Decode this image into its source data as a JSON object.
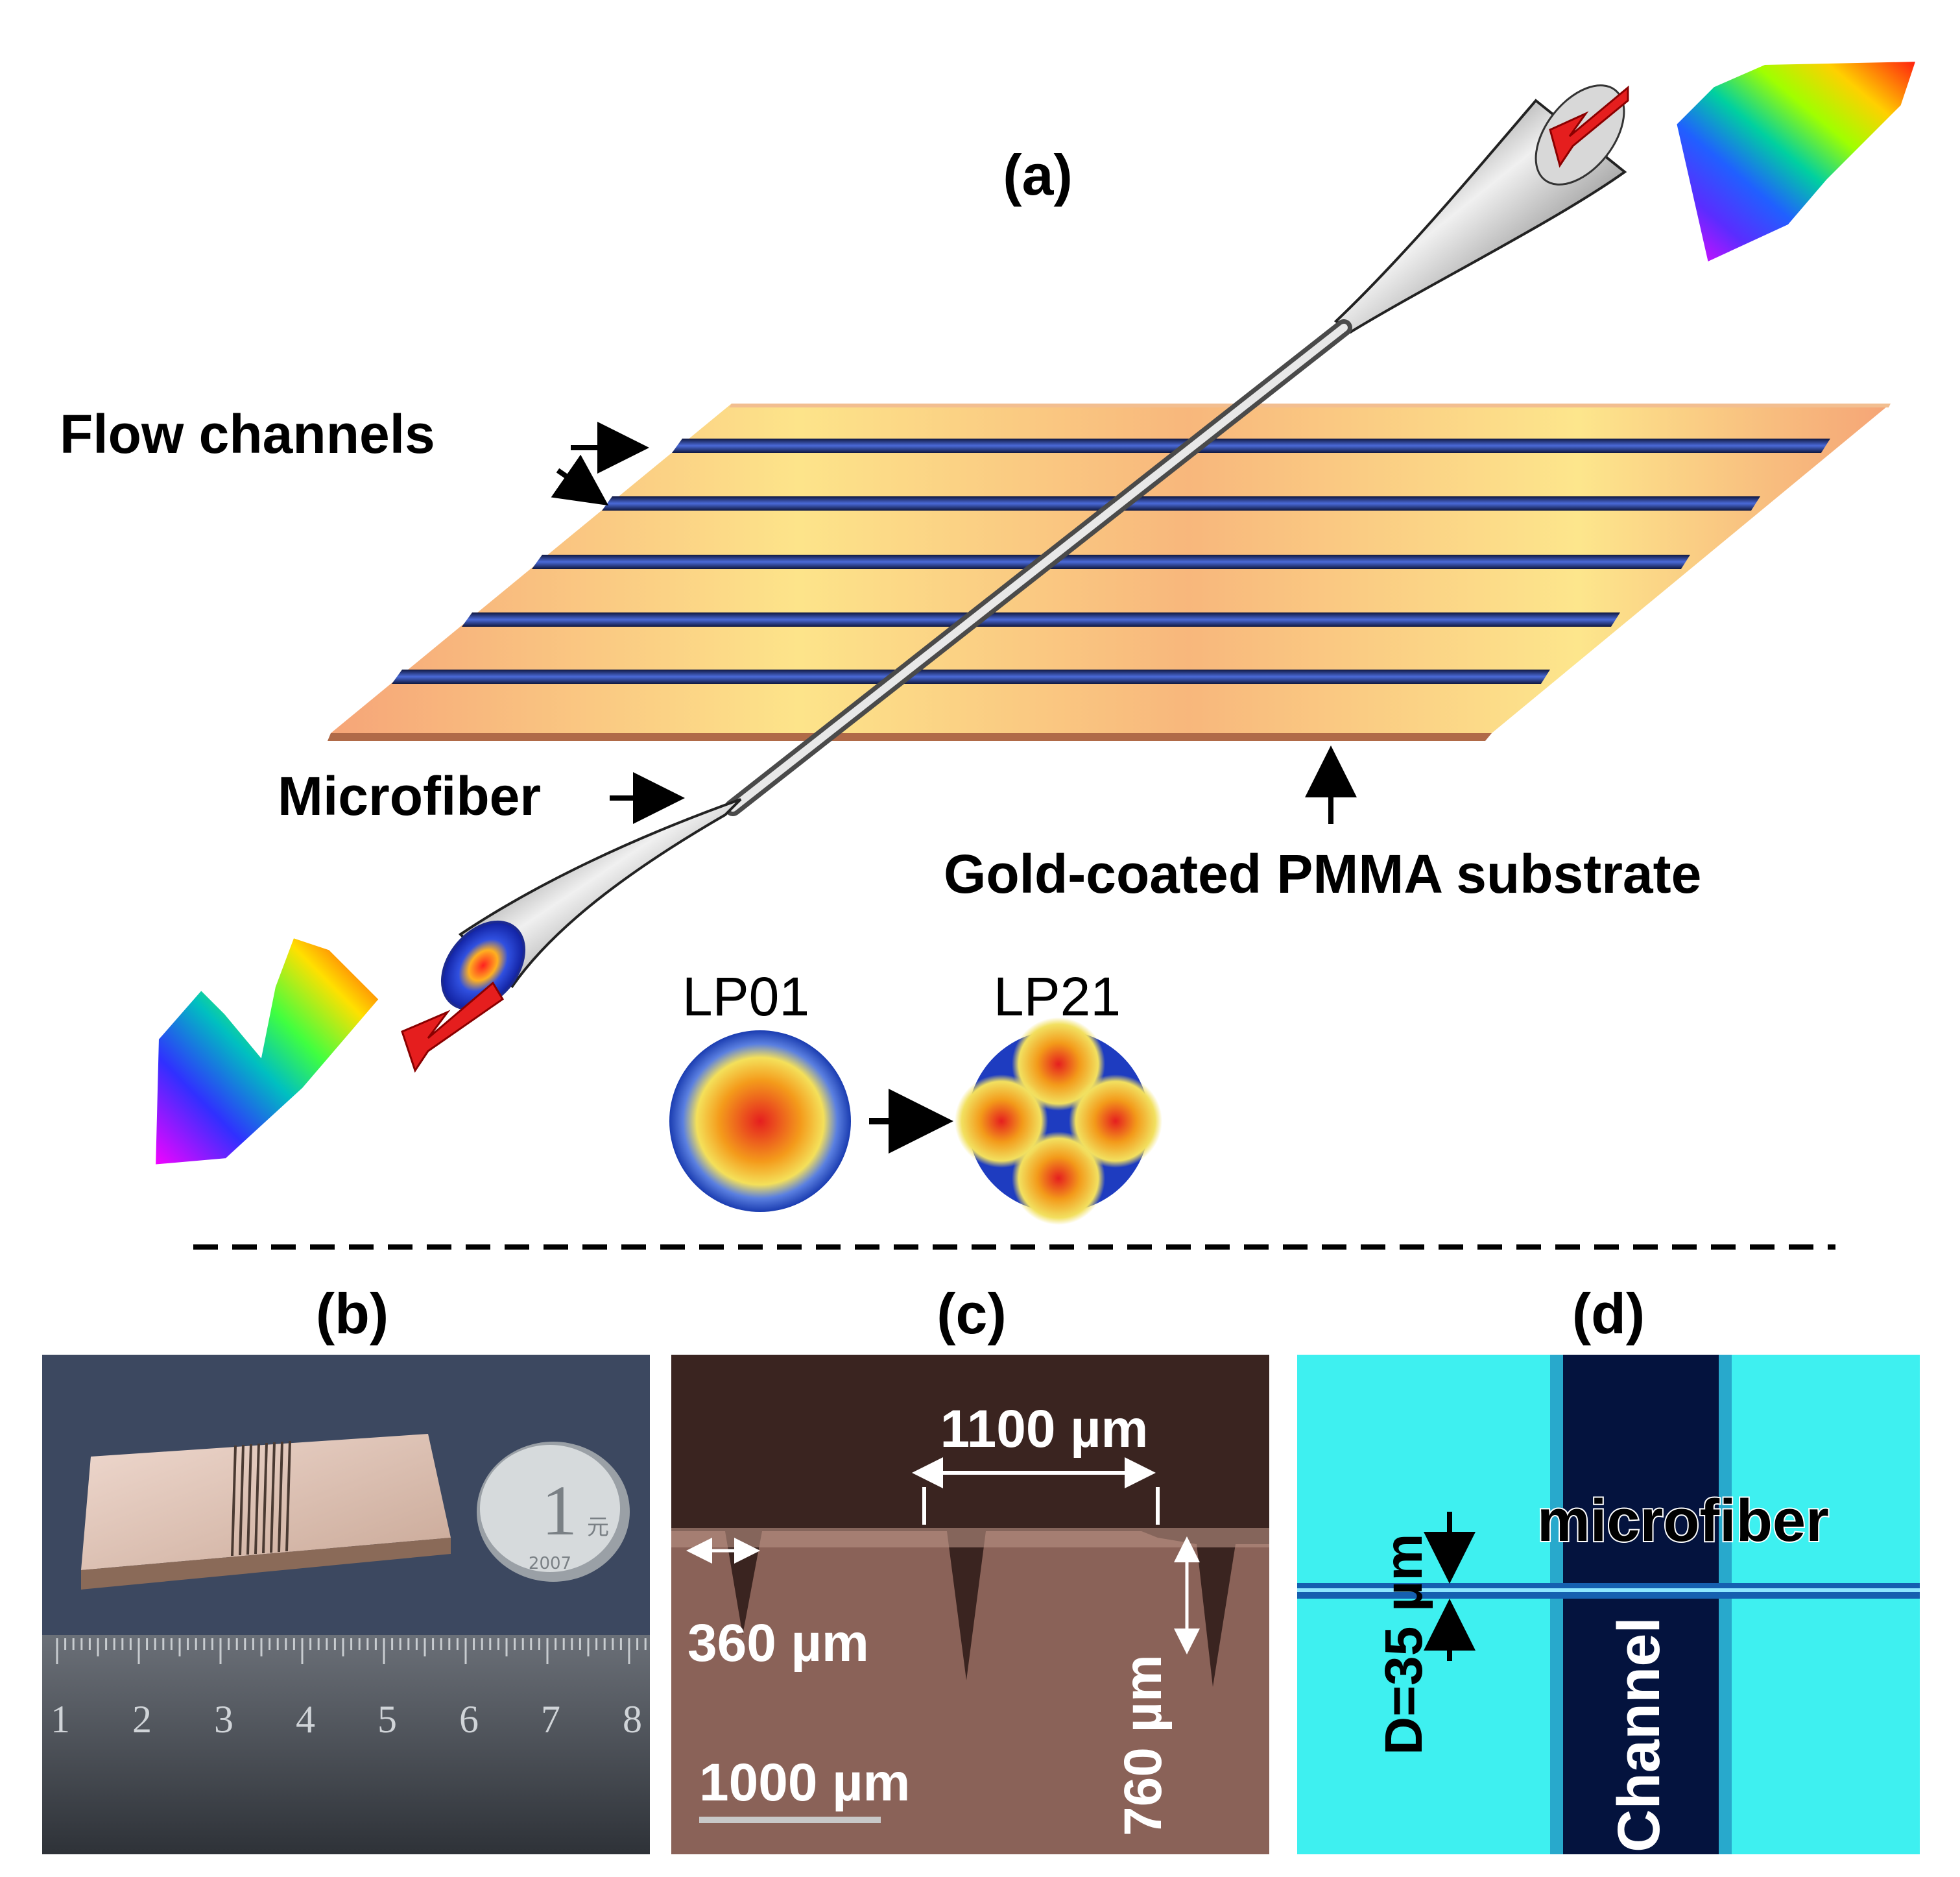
{
  "panel_a": {
    "label": "(a)",
    "flow_channels": "Flow channels",
    "microfiber": "Microfiber",
    "substrate": "Gold-coated PMMA substrate",
    "mode_from": "LP01",
    "mode_to": "LP21"
  },
  "panel_b": {
    "label": "(b)",
    "ruler_marks": [
      "1",
      "2",
      "3",
      "4",
      "5",
      "6",
      "7",
      "8"
    ],
    "coin_value": "1",
    "coin_char": "元",
    "coin_year": "2007"
  },
  "panel_c": {
    "label": "(c)",
    "period": "1100 µm",
    "width": "360 µm",
    "depth": "760 µm",
    "scale_bar": "1000 µm"
  },
  "panel_d": {
    "label": "(d)",
    "microfiber": "microfiber",
    "channel": "Channel",
    "diameter": "D=35 µm"
  },
  "colors": {
    "channel_blue": "#2840a8",
    "gold": "#f7c86a",
    "cyan_bg": "#3ef0f0",
    "dark_channel": "#04133e"
  }
}
